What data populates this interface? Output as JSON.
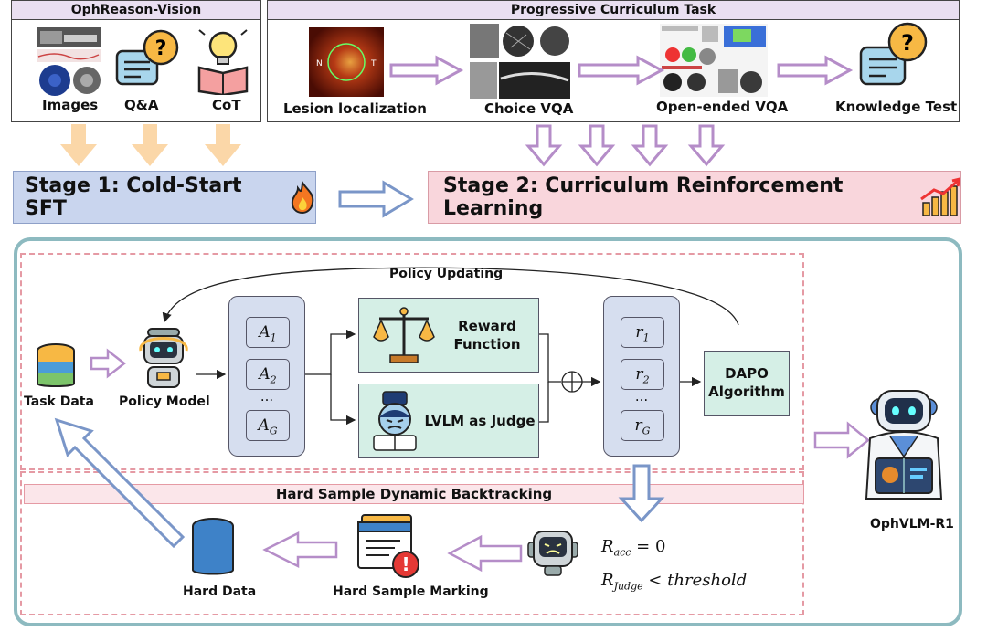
{
  "top": {
    "ophreason": {
      "title": "OphReason-Vision",
      "items": [
        "Images",
        "Q&A",
        "CoT"
      ]
    },
    "curriculum": {
      "title": "Progressive Curriculum Task",
      "items": [
        "Lesion localization",
        "Choice VQA",
        "Open-ended  VQA",
        "Knowledge Test"
      ]
    },
    "fundus_marks": [
      "N",
      "T"
    ]
  },
  "stage1": {
    "label": "Stage 1: Cold-Start SFT"
  },
  "stage2": {
    "label": "Stage 2:  Curriculum Reinforcement Learning"
  },
  "pipeline": {
    "policy_updating": "Policy Updating",
    "task_data": "Task Data",
    "policy_model": "Policy Model",
    "answers": [
      "A",
      "A",
      "...",
      "A"
    ],
    "answer_subs": [
      "1",
      "2",
      "",
      "G"
    ],
    "reward_function": [
      "Reward",
      "Function"
    ],
    "lvlm_judge": "LVLM as Judge",
    "rewards": [
      "r",
      "r",
      "...",
      "r"
    ],
    "reward_subs": [
      "1",
      "2",
      "",
      "G"
    ],
    "dapo": [
      "DAPO",
      "Algorithm"
    ],
    "hard_sample_title": "Hard Sample Dynamic Backtracking",
    "hard_data": "Hard Data",
    "hard_marking": "Hard Sample Marking",
    "cond1_main": "R",
    "cond1_sub": "acc",
    "cond1_rest": " = 0",
    "cond2_main": "R",
    "cond2_sub": "Judge",
    "cond2_rest": " < threshold",
    "output": "OphVLM-R1"
  },
  "colors": {
    "stage1_bg": "#c9d5ee",
    "stage2_bg": "#f9d6dc",
    "panel_header": "#e9dff1",
    "frame": "#8dbac0",
    "dashed": "#e59aa4",
    "green": "#d5efe6",
    "blue": "#d6deef",
    "purple_arrow": "#c9a6d6",
    "orange_arrow": "#fbd7a8"
  }
}
